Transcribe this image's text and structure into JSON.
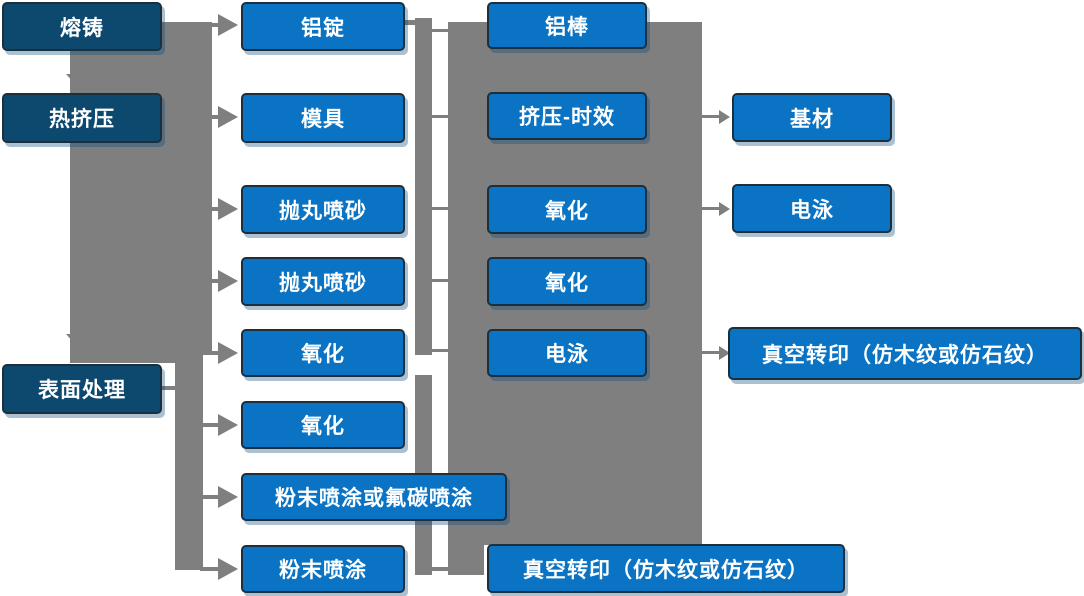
{
  "diagram": {
    "description_language": "zh",
    "colors": {
      "node_dark_blue": "#0d486f",
      "node_light_blue": "#0a73c3",
      "connector_gray": "#7f7f7f",
      "node_border": "#1e2f3c",
      "node_text": "#ffffff",
      "background": "#ffffff"
    },
    "nodes": [
      {
        "label": "熔铸"
      },
      {
        "label": "热挤压"
      },
      {
        "label": "表面处理"
      },
      {
        "label": "铝锭"
      },
      {
        "label": "模具"
      },
      {
        "label": "抛丸喷砂"
      },
      {
        "label": "抛丸喷砂"
      },
      {
        "label": "氧化"
      },
      {
        "label": "氧化"
      },
      {
        "label": "粉末喷涂或氟碳喷涂"
      },
      {
        "label": "粉末喷涂"
      },
      {
        "label": "铝棒"
      },
      {
        "label": "挤压-时效"
      },
      {
        "label": "氧化"
      },
      {
        "label": "氧化"
      },
      {
        "label": "电泳"
      },
      {
        "label": "真空转印（仿木纹或仿石纹）"
      },
      {
        "label": "基材"
      },
      {
        "label": "电泳"
      },
      {
        "label": "真空转印（仿木纹或仿石纹）"
      }
    ],
    "edges": [
      {
        "from": "熔铸",
        "to": "热挤压",
        "type": "arrow-down"
      },
      {
        "from": "热挤压",
        "to": "表面处理",
        "type": "arrow-down"
      },
      {
        "from": "熔铸/热挤压",
        "to": "铝锭",
        "type": "arrow-right"
      },
      {
        "from": "熔铸/热挤压",
        "to": "模具",
        "type": "arrow-right"
      },
      {
        "from": "熔铸/热挤压",
        "to": "抛丸喷砂 (1)",
        "type": "arrow-right"
      },
      {
        "from": "熔铸/热挤压",
        "to": "抛丸喷砂 (2)",
        "type": "arrow-right"
      },
      {
        "from": "表面处理",
        "to": "氧化 (1)",
        "type": "arrow-right"
      },
      {
        "from": "表面处理",
        "to": "氧化 (2)",
        "type": "arrow-right"
      },
      {
        "from": "表面处理",
        "to": "粉末喷涂或氟碳喷涂",
        "type": "arrow-right"
      },
      {
        "from": "表面处理",
        "to": "粉末喷涂",
        "type": "arrow-right"
      },
      {
        "from": "铝锭",
        "to": "铝棒 / 挤压-时效 / 氧化 / 氧化 / 电泳",
        "type": "bus-ticks"
      },
      {
        "from": "粉末喷涂",
        "to": "真空转印（仿木纹或仿石纹）(底部)",
        "type": "bus-tick"
      },
      {
        "from": "挤压-时效",
        "to": "基材",
        "type": "arrow-right"
      },
      {
        "from": "氧化 (第三列)",
        "to": "电泳 (右列)",
        "type": "arrow-right"
      },
      {
        "from": "电泳 (第三列)",
        "to": "真空转印（仿木纹或仿石纹）(右列)",
        "type": "arrow-right"
      }
    ]
  }
}
